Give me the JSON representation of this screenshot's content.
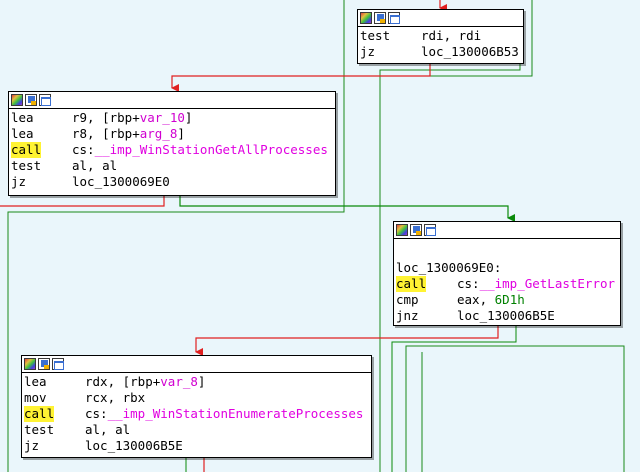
{
  "colors": {
    "background": "#eaf6fb",
    "edge_true": "#0a8a0a",
    "edge_false": "#e02020",
    "edge_uncond": "#1a8a1a",
    "call_highlight": "#fff333",
    "import_name": "#e000e0"
  },
  "blocks": {
    "b1": {
      "lines": [
        {
          "mn": "test",
          "ops": [
            {
              "t": "rdi, rdi",
              "c": "plain"
            }
          ]
        },
        {
          "mn": "jz",
          "ops": [
            {
              "t": "loc_130006B53",
              "c": "plain"
            }
          ]
        }
      ]
    },
    "b2": {
      "lines": [
        {
          "mn": "lea",
          "ops": [
            {
              "t": "r9, [rbp+",
              "c": "plain"
            },
            {
              "t": "var_10",
              "c": "var"
            },
            {
              "t": "]",
              "c": "plain"
            }
          ]
        },
        {
          "mn": "lea",
          "ops": [
            {
              "t": "r8, [rbp+",
              "c": "plain"
            },
            {
              "t": "arg_8",
              "c": "var"
            },
            {
              "t": "]",
              "c": "plain"
            }
          ]
        },
        {
          "mn": "call",
          "ops": [
            {
              "t": "cs:",
              "c": "plain"
            },
            {
              "t": "__imp_WinStationGetAllProcesses",
              "c": "imp"
            }
          ]
        },
        {
          "mn": "test",
          "ops": [
            {
              "t": "al, al",
              "c": "plain"
            }
          ]
        },
        {
          "mn": "jz",
          "ops": [
            {
              "t": "loc_1300069E0",
              "c": "plain"
            }
          ]
        }
      ]
    },
    "b3": {
      "label": "loc_1300069E0:",
      "lines": [
        {
          "mn": "call",
          "ops": [
            {
              "t": "cs:",
              "c": "plain"
            },
            {
              "t": "__imp_GetLastError",
              "c": "imp"
            }
          ]
        },
        {
          "mn": "cmp",
          "ops": [
            {
              "t": "eax, ",
              "c": "plain"
            },
            {
              "t": "6D1h",
              "c": "num"
            }
          ]
        },
        {
          "mn": "jnz",
          "ops": [
            {
              "t": "loc_130006B5E",
              "c": "plain"
            }
          ]
        }
      ]
    },
    "b4": {
      "lines": [
        {
          "mn": "lea",
          "ops": [
            {
              "t": "rdx, [rbp+",
              "c": "plain"
            },
            {
              "t": "var_8",
              "c": "var"
            },
            {
              "t": "]",
              "c": "plain"
            }
          ]
        },
        {
          "mn": "mov",
          "ops": [
            {
              "t": "rcx, rbx",
              "c": "plain"
            }
          ]
        },
        {
          "mn": "call",
          "ops": [
            {
              "t": "cs:",
              "c": "plain"
            },
            {
              "t": "__imp_WinStationEnumerateProcesses",
              "c": "imp"
            }
          ]
        },
        {
          "mn": "test",
          "ops": [
            {
              "t": "al, al",
              "c": "plain"
            }
          ]
        },
        {
          "mn": "jz",
          "ops": [
            {
              "t": "loc_130006B5E",
              "c": "plain"
            }
          ]
        }
      ]
    }
  }
}
